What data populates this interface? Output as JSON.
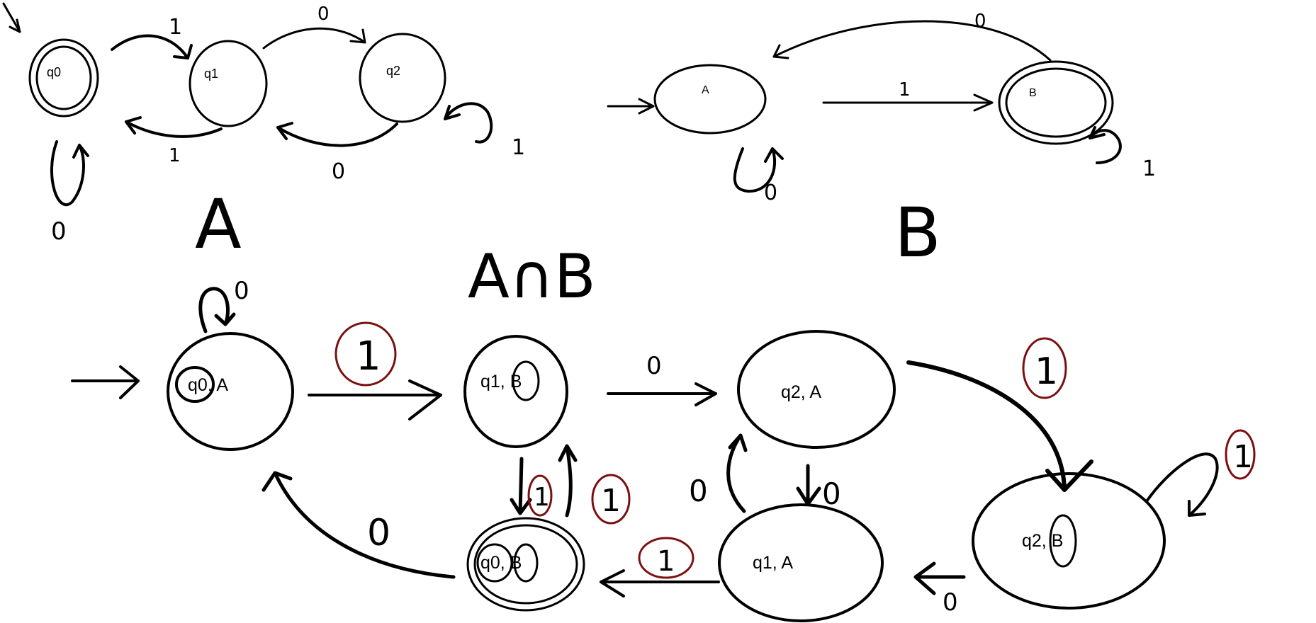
{
  "colors": {
    "ink": "#000000",
    "highlight": "#7a1010",
    "background": "#ffffff"
  },
  "dfa_a": {
    "title": "A",
    "states": {
      "q0": "q0",
      "q1": "q1",
      "q2": "q2"
    },
    "labels": {
      "q0_q1": "1",
      "q1_q2": "0",
      "q1_q0": "1",
      "q2_q1": "0",
      "q0_self": "0",
      "q2_self": "1"
    }
  },
  "dfa_b": {
    "title": "B",
    "states": {
      "a": "A",
      "b": "B"
    },
    "labels": {
      "a_b": "1",
      "b_a": "0",
      "a_self": "0",
      "b_self": "1"
    }
  },
  "product": {
    "title": "A∩B",
    "states": {
      "q0a": "q0, A",
      "q1b": "q1, B",
      "q2a": "q2, A",
      "q2b": "q2, B",
      "q1a": "q1, A",
      "q0b": "q0, B"
    },
    "labels": {
      "q0a_self": "0",
      "q0a_q1b": "1",
      "q1b_q2a": "0",
      "q2a_q2b": "1",
      "q2b_self": "1",
      "q2b_q1a": "0",
      "q1a_q2a": "0",
      "q2a_q1a": "0",
      "q1a_q0b": "1",
      "q1b_q0b": "1",
      "q0b_q1b": "1",
      "q0b_q0a": "0"
    }
  }
}
